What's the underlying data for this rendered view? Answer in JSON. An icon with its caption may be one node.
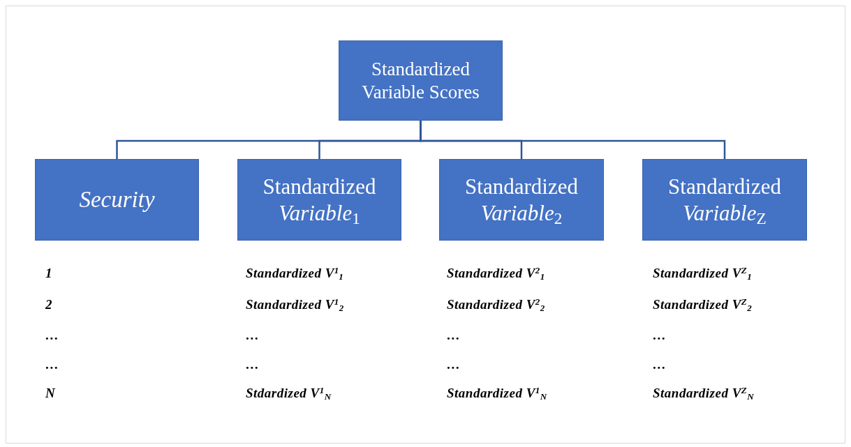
{
  "diagram": {
    "nodes": [
      {
        "text": [
          "Standardized Variable Scores"
        ]
      },
      {
        "text": [
          "Security"
        ]
      },
      {
        "text": [
          "Standardized *Variable*$_{1}$"
        ]
      },
      {
        "text": [
          "Standardized *Variable*$_{2}$"
        ]
      },
      {
        "text": [
          "Standardized *Variable*$_{Z}$"
        ]
      }
    ],
    "edges": [
      {
        "from": 0,
        "to": 1,
        "arrow": "none"
      },
      {
        "from": 0,
        "to": 2,
        "arrow": "none"
      },
      {
        "from": 0,
        "to": 3,
        "arrow": "none"
      },
      {
        "from": 0,
        "to": 4,
        "arrow": "none"
      }
    ],
    "labels": [
      "1",
      "Standardized V$^{1}$$_{1}$",
      "Standardized V$^{2}$$_{1}$",
      "Standardized V$^{Z}$$_{1}$",
      "2",
      "Standardized V$^{1}$$_{2}$",
      "Standardized V$^{2}$$_{2}$",
      "Standardized V$^{Z}$$_{2}$",
      "…",
      "…",
      "…",
      "…",
      "…",
      "…",
      "…",
      "…",
      "N",
      "Stdardized V$^{1}$$_{N}$",
      "Standardized V$^{1}$$_{N}$",
      "Standardized V$^{Z}$$_{N}$"
    ]
  }
}
